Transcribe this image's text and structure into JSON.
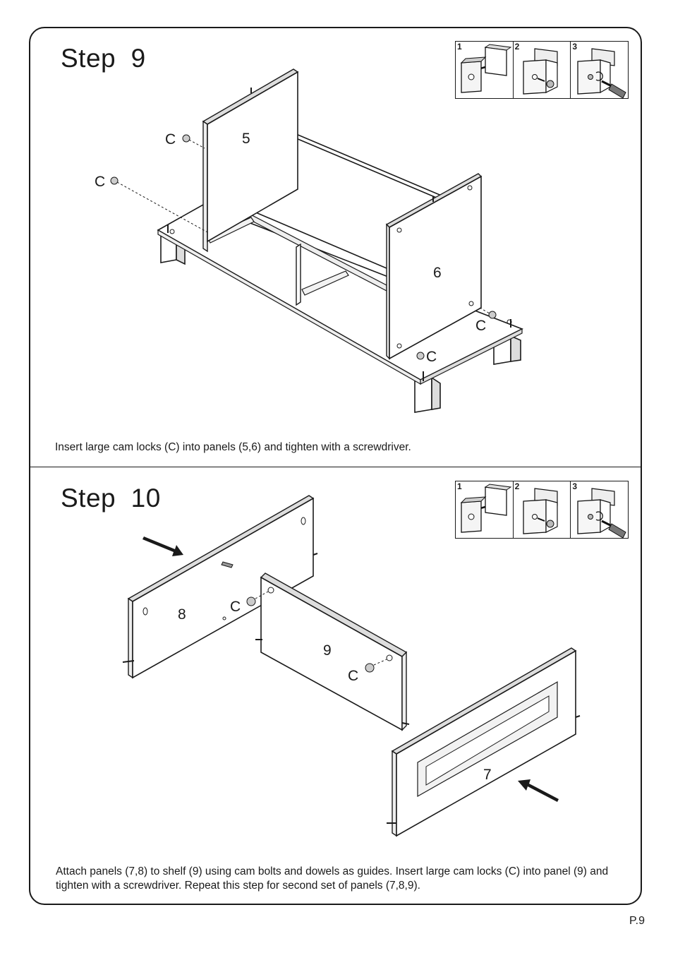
{
  "page_number": "P.9",
  "step9": {
    "title": "Step  9",
    "caption": "Insert large cam locks (C) into panels (5,6) and tighten with a screwdriver.",
    "labels": {
      "c": "C",
      "panel_5": "5",
      "panel_6": "6"
    },
    "inset_steps": [
      "1",
      "2",
      "3"
    ]
  },
  "step10": {
    "title": "Step  10",
    "caption": "Attach panels (7,8) to shelf (9) using cam bolts and dowels as guides. Insert large cam locks (C) into panel (9) and tighten with a screwdriver. Repeat this step for second set of panels (7,8,9).",
    "labels": {
      "c": "C",
      "panel_7": "7",
      "panel_8": "8",
      "panel_9": "9"
    },
    "inset_steps": [
      "1",
      "2",
      "3"
    ]
  }
}
